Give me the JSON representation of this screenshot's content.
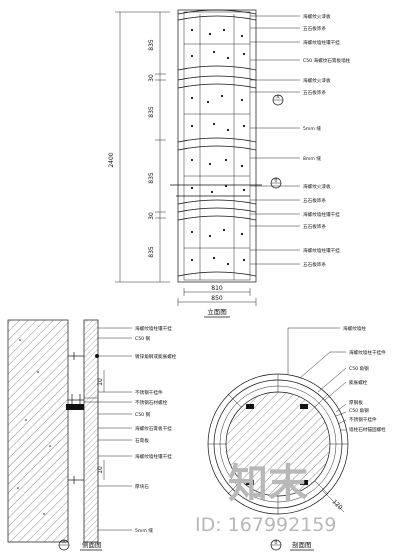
{
  "elevation": {
    "dim_total": "2400",
    "dim_segments": [
      "835",
      "30",
      "835",
      "835",
      "30",
      "835"
    ],
    "dim_widths": [
      "810",
      "850"
    ],
    "title": "立面图",
    "callout_number": "A",
    "callout_number_2": "B",
    "labels": [
      "海螺纹火漆板",
      "五石板饰条",
      "海螺纹墙柱镶干挂",
      "C50 海螺纹石膏板墙柱",
      "海螺纹火漆板",
      "五石板饰条",
      "5mm 缝",
      "8mm 缝",
      "海螺纹火漆板",
      "五石板饰条",
      "海螺纹墙柱镶干挂",
      "五石板饰条",
      "海螺纹墙柱镶干挂",
      "五石板饰条"
    ]
  },
  "section_a": {
    "labels": [
      "海螺纹墙柱镶干挂",
      "C50 钢",
      "镀锌角钢或膨胀螺栓",
      "不锈钢干挂件",
      "不锈钢石材螺栓",
      "C50 钢",
      "海螺纹石膏板干挂",
      "石膏板",
      "海螺纹墙柱镶干挂",
      "厚块石",
      "5mm 缝"
    ],
    "dim_1": "10",
    "dim_2": "10",
    "title": "侧面图",
    "callout": "A"
  },
  "section_b": {
    "labels": [
      "海螺纹墙柱",
      "海螺纹墙柱干挂件",
      "C50 角钢",
      "膨胀螺栓",
      "厚钢板",
      "C50 角钢",
      "不锈钢干挂件",
      "墙柱石材锚固螺栓"
    ],
    "dim": "120",
    "title": "剖面图",
    "callout": "B"
  },
  "watermark": {
    "logo": "知末",
    "id_text": "ID: 167992159"
  }
}
